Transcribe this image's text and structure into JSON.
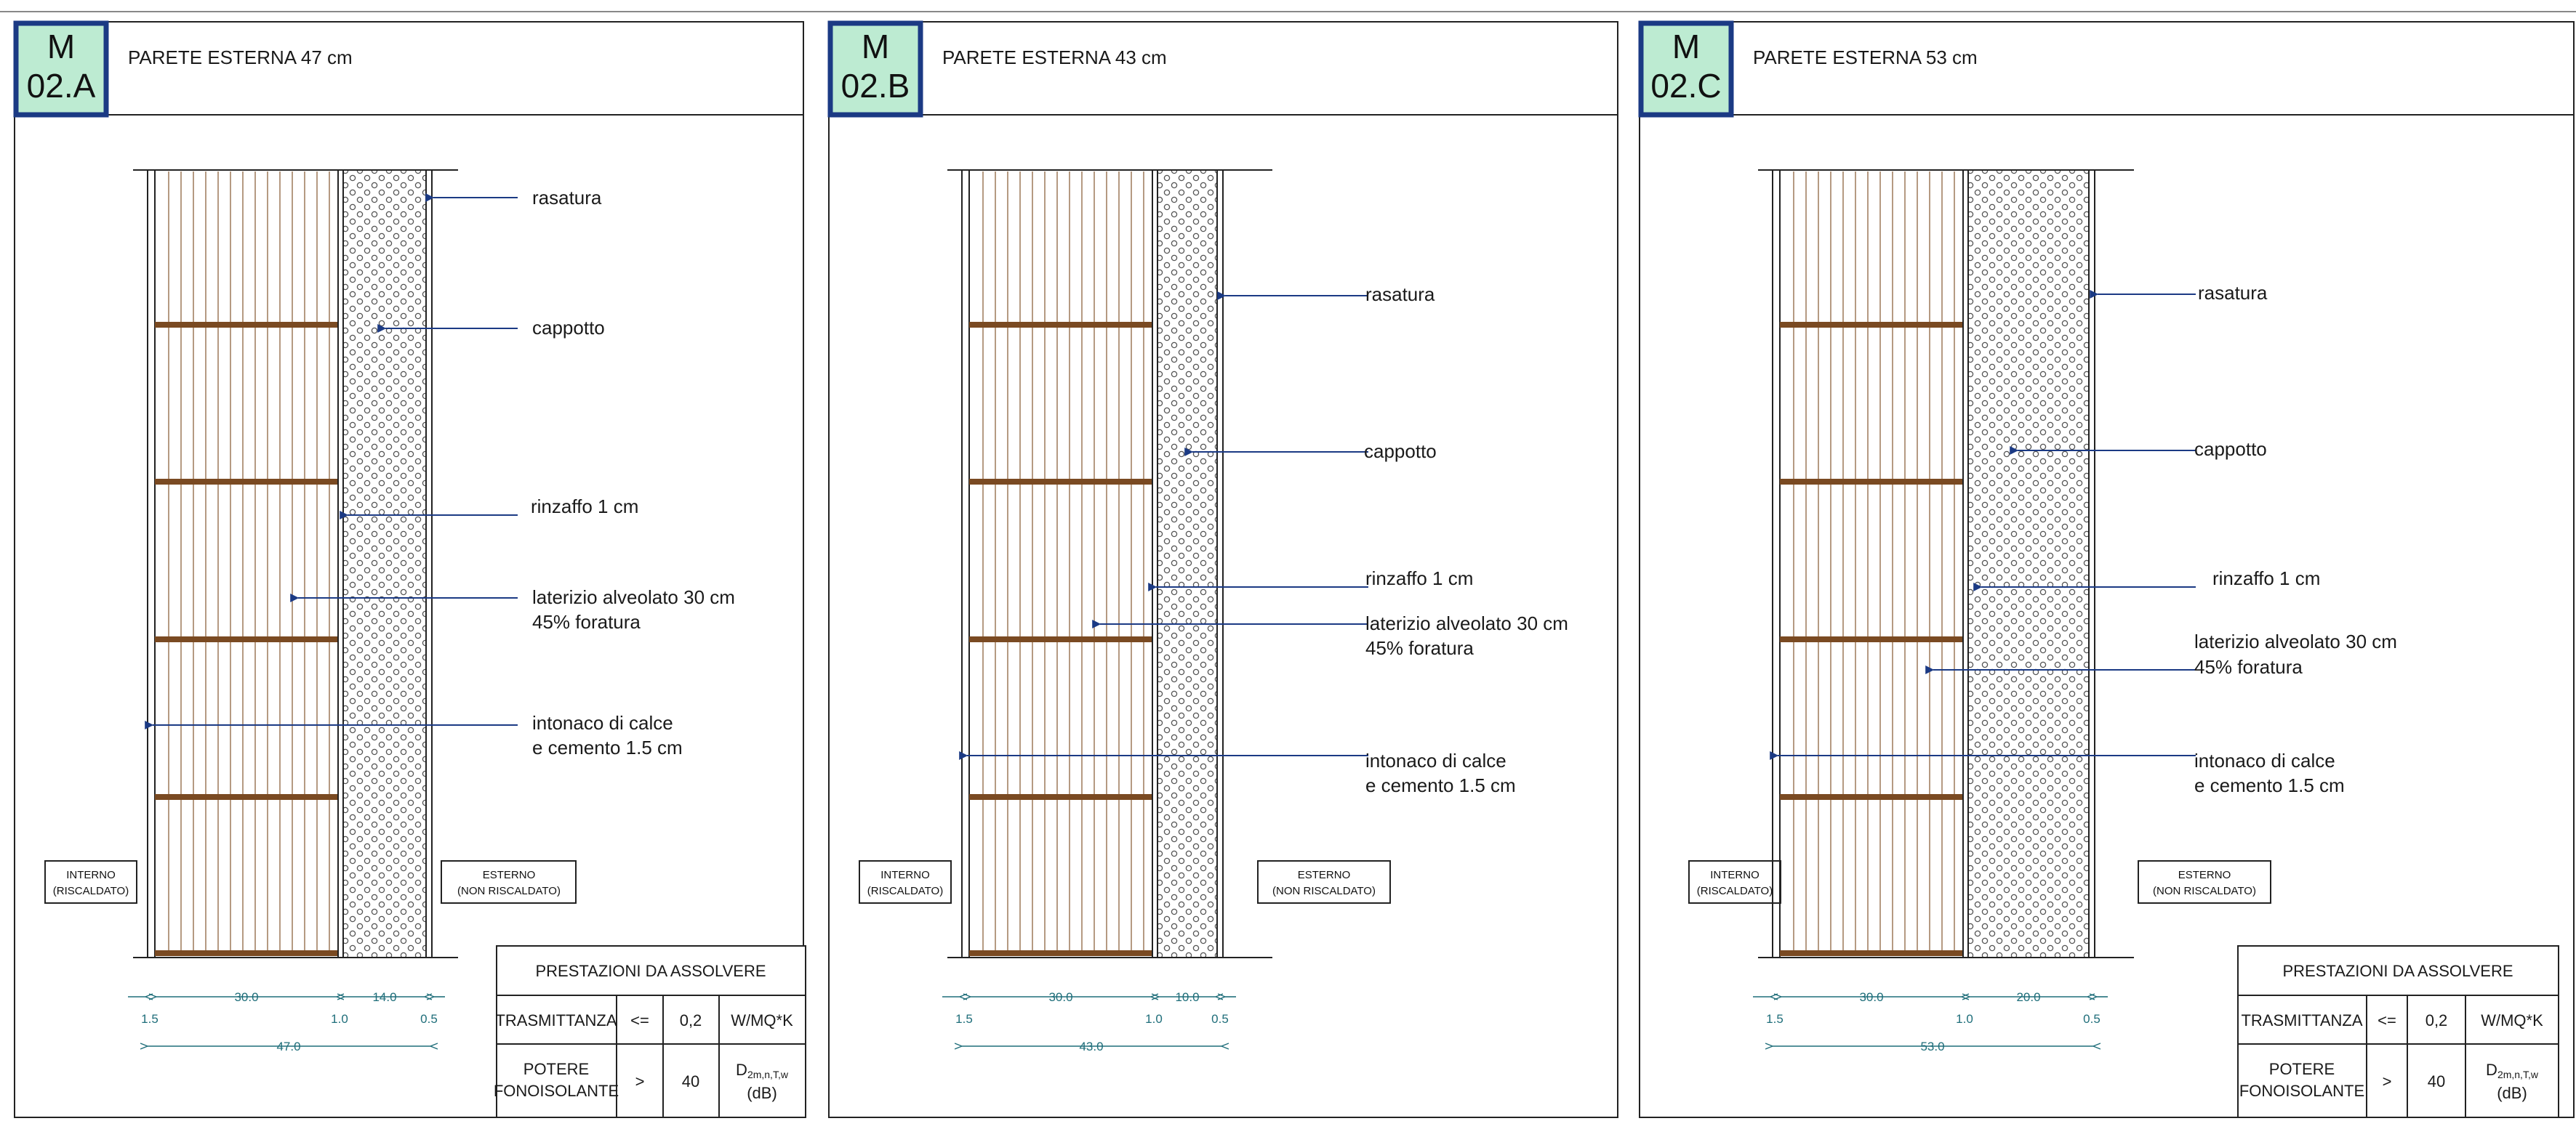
{
  "panels": [
    {
      "code": "M",
      "code_line2": "02.A",
      "title": "PARETE ESTERNA  47 cm",
      "labels": {
        "rasatura": "rasatura",
        "cappotto": "cappotto",
        "rinzaffo": "rinzaffo 1 cm",
        "laterizio_1": "laterizio alveolato 30 cm",
        "laterizio_2": "45% foratura",
        "intonaco_1": "intonaco di calce",
        "intonaco_2": "e cemento 1.5 cm"
      },
      "interno_1": "INTERNO",
      "interno_2": "(RISCALDATO)",
      "esterno_1": "ESTERNO",
      "esterno_2": "(NON RISCALDATO)",
      "dims": {
        "brick": "30.0",
        "insulation": "14.0",
        "left": "1.5",
        "mid": "1.0",
        "right": "0.5",
        "total": "47.0"
      },
      "has_table": true
    },
    {
      "code": "M",
      "code_line2": "02.B",
      "title": "PARETE ESTERNA  43 cm",
      "labels": {
        "rasatura": "rasatura",
        "cappotto": "cappotto",
        "rinzaffo": "rinzaffo 1 cm",
        "laterizio_1": "laterizio alveolato 30 cm",
        "laterizio_2": "45% foratura",
        "intonaco_1": "intonaco di calce",
        "intonaco_2": "e cemento 1.5 cm"
      },
      "interno_1": "INTERNO",
      "interno_2": "(RISCALDATO)",
      "esterno_1": "ESTERNO",
      "esterno_2": "(NON RISCALDATO)",
      "dims": {
        "brick": "30.0",
        "insulation": "10.0",
        "left": "1.5",
        "mid": "1.0",
        "right": "0.5",
        "total": "43.0"
      },
      "has_table": false
    },
    {
      "code": "M",
      "code_line2": "02.C",
      "title": "PARETE ESTERNA  53 cm",
      "labels": {
        "rasatura": "rasatura",
        "cappotto": "cappotto",
        "rinzaffo": "rinzaffo 1 cm",
        "laterizio_1": "laterizio alveolato 30 cm",
        "laterizio_2": "45% foratura",
        "intonaco_1": "intonaco di calce",
        "intonaco_2": "e cemento 1.5 cm"
      },
      "interno_1": "INTERNO",
      "interno_2": "(RISCALDATO)",
      "esterno_1": "ESTERNO",
      "esterno_2": "(NON RISCALDATO)",
      "dims": {
        "brick": "30.0",
        "insulation": "20.0",
        "left": "1.5",
        "mid": "1.0",
        "right": "0.5",
        "total": "53.0"
      },
      "has_table": true
    }
  ],
  "table": {
    "header": "PRESTAZIONI DA ASSOLVERE",
    "row1": {
      "name": "TRASMITTANZA",
      "op": "<=",
      "value": "0,2",
      "unit": "W/MQ*K"
    },
    "row2": {
      "name_1": "POTERE",
      "name_2": "FONOISOLANTE",
      "op": ">",
      "value": "40",
      "unit_main": "D",
      "unit_sub": "2m,n,T,w",
      "unit_2": "(dB)"
    }
  },
  "colors": {
    "code_box_fill": "#bdebd2",
    "code_box_border": "#1b3a84",
    "brick_band": "#7a4a22",
    "brick_line": "#b59a82",
    "leader": "#1b3a84",
    "dimension": "#1f6e7a"
  }
}
